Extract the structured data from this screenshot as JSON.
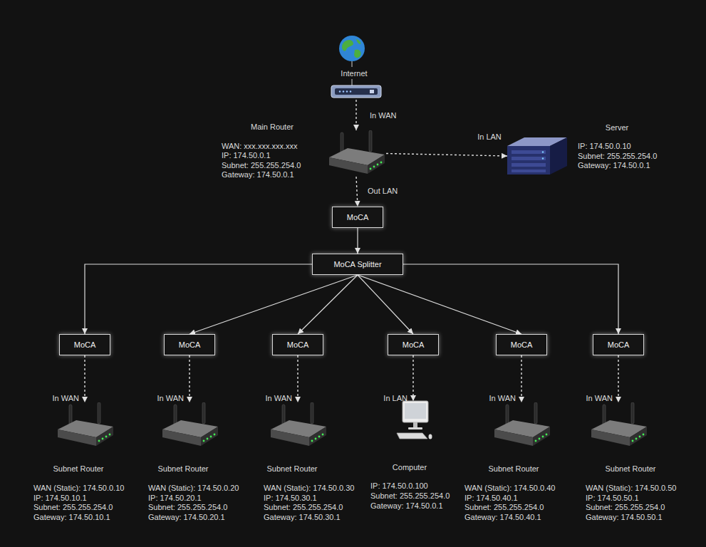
{
  "diagram": {
    "nodes": [
      {
        "text": [
          "Internet"
        ]
      },
      {
        "text": [
          "Main Router",
          "WAN: xxx.xxx.xxx.xxx",
          "IP: 174.50.0.1",
          "Subnet: 255.255.254.0",
          "Gateway: 174.50.0.1"
        ]
      },
      {
        "text": [
          "Server",
          "IP: 174.50.0.10",
          "Subnet: 255.255.254.0",
          "Gateway: 174.50.0.1"
        ]
      },
      {
        "text": [
          "MoCA"
        ]
      },
      {
        "text": [
          "MoCA Splitter"
        ]
      },
      {
        "text": [
          "MoCA"
        ]
      },
      {
        "text": [
          "MoCA"
        ]
      },
      {
        "text": [
          "MoCA"
        ]
      },
      {
        "text": [
          "MoCA"
        ]
      },
      {
        "text": [
          "MoCA"
        ]
      },
      {
        "text": [
          "MoCA"
        ]
      },
      {
        "text": [
          "Subnet Router",
          "WAN (Static): 174.50.0.10",
          "IP: 174.50.10.1",
          "Subnet: 255.255.254.0",
          "Gateway: 174.50.10.1"
        ]
      },
      {
        "text": [
          "Subnet Router",
          "WAN (Static): 174.50.0.20",
          "IP: 174.50.20.1",
          "Subnet: 255.255.254.0",
          "Gateway: 174.50.20.1"
        ]
      },
      {
        "text": [
          "Subnet Router",
          "WAN (Static): 174.50.0.30",
          "IP: 174.50.30.1",
          "Subnet: 255.255.254.0",
          "Gateway: 174.50.30.1"
        ]
      },
      {
        "text": [
          "Computer",
          "IP: 174.50.0.100",
          "Subnet: 255.255.254.0",
          "Gateway: 174.50.0.1"
        ]
      },
      {
        "text": [
          "Subnet Router",
          "WAN (Static): 174.50.0.40",
          "IP: 174.50.40.1",
          "Subnet: 255.255.254.0",
          "Gateway: 174.50.40.1"
        ]
      },
      {
        "text": [
          "Subnet Router",
          "WAN (Static): 174.50.0.50",
          "IP: 174.50.50.1",
          "Subnet: 255.255.254.0",
          "Gateway: 174.50.50.1"
        ]
      }
    ],
    "edges": [
      {
        "from": 0,
        "to": 1,
        "arrow": "to",
        "label": "In WAN"
      },
      {
        "from": 1,
        "to": 2,
        "arrow": "to",
        "label": "In LAN"
      },
      {
        "from": 1,
        "to": 3,
        "arrow": "to",
        "label": "Out LAN"
      },
      {
        "from": 3,
        "to": 4,
        "arrow": "to"
      },
      {
        "from": 4,
        "to": 5,
        "arrow": "to"
      },
      {
        "from": 4,
        "to": 6,
        "arrow": "to"
      },
      {
        "from": 4,
        "to": 7,
        "arrow": "to"
      },
      {
        "from": 4,
        "to": 8,
        "arrow": "to"
      },
      {
        "from": 4,
        "to": 9,
        "arrow": "to"
      },
      {
        "from": 4,
        "to": 10,
        "arrow": "to"
      },
      {
        "from": 5,
        "to": 11,
        "arrow": "to",
        "label": "In WAN"
      },
      {
        "from": 6,
        "to": 12,
        "arrow": "to",
        "label": "In WAN"
      },
      {
        "from": 7,
        "to": 13,
        "arrow": "to",
        "label": "In WAN"
      },
      {
        "from": 8,
        "to": 14,
        "arrow": "to",
        "label": "In LAN"
      },
      {
        "from": 9,
        "to": 15,
        "arrow": "to",
        "label": "In WAN"
      },
      {
        "from": 10,
        "to": 16,
        "arrow": "to",
        "label": "In WAN"
      }
    ]
  }
}
